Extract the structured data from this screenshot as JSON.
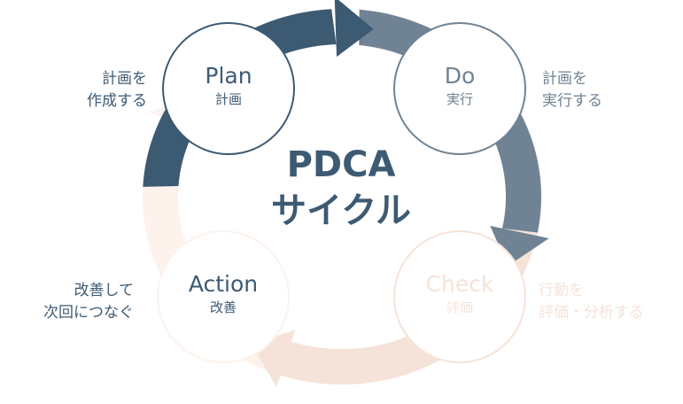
{
  "title": {
    "line1": "PDCA",
    "line2": "サイクル"
  },
  "colors": {
    "plan": "#3d5a73",
    "do": "#6f8394",
    "check": "#f5e3d9",
    "action": "#fdf2ec"
  },
  "steps": [
    {
      "en": "Plan",
      "ja": "計画",
      "desc1": "計画を",
      "desc2": "作成する"
    },
    {
      "en": "Do",
      "ja": "実行",
      "desc1": "計画を",
      "desc2": "実行する"
    },
    {
      "en": "Check",
      "ja": "評価",
      "desc1": "行動を",
      "desc2": "評価・分析する"
    },
    {
      "en": "Action",
      "ja": "改善",
      "desc1": "改善して",
      "desc2": "次回につなぐ"
    }
  ]
}
